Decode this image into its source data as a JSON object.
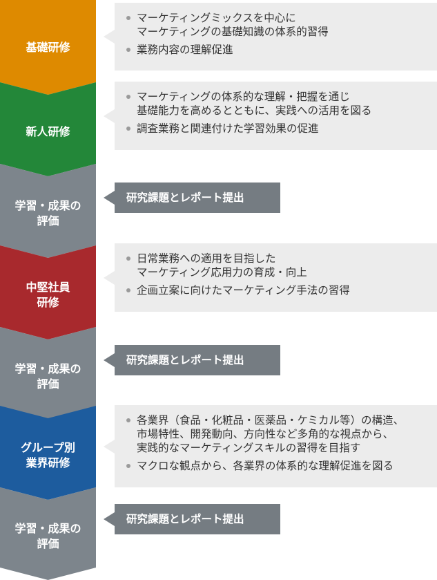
{
  "colors": {
    "basic": "#de8a00",
    "new": "#238739",
    "evaluation": "#7d858c",
    "mid": "#a8292d",
    "group": "#1d5c9e",
    "box_bg": "#ececec",
    "dark_box_bg": "#757c82"
  },
  "steps": [
    {
      "label_lines": [
        "基礎研修"
      ],
      "bullets": [
        [
          "マーケティングミックスを中心に",
          "マーケティングの基礎知識の体系的習得"
        ],
        [
          "業務内容の理解促進"
        ]
      ]
    },
    {
      "label_lines": [
        "新人研修"
      ],
      "bullets": [
        [
          "マーケティングの体系的な理解・把握を通じ",
          "基礎能力を高めるとともに、実践への活用を図る"
        ],
        [
          "調査業務と関連付けた学習効果の促進"
        ]
      ]
    },
    {
      "label_lines": [
        "学習・成果の",
        "評価"
      ],
      "note": "研究課題とレポート提出"
    },
    {
      "label_lines": [
        "中堅社員",
        "研修"
      ],
      "bullets": [
        [
          "日常業務への適用を目指した",
          "マーケティング応用力の育成・向上"
        ],
        [
          "企画立案に向けたマーケティング手法の習得"
        ]
      ]
    },
    {
      "label_lines": [
        "学習・成果の",
        "評価"
      ],
      "note": "研究課題とレポート提出"
    },
    {
      "label_lines": [
        "グループ別",
        "業界研修"
      ],
      "bullets": [
        [
          "各業界（食品・化粧品・医薬品・ケミカル等）の構造、",
          "市場特性、開発動向、方向性など多角的な視点から、",
          "実践的なマーケティングスキルの習得を目指す"
        ],
        [
          "マクロな観点から、各業界の体系的な理解促進を図る"
        ]
      ]
    },
    {
      "label_lines": [
        "学習・成果の",
        "評価"
      ],
      "note": "研究課題とレポート提出"
    }
  ]
}
